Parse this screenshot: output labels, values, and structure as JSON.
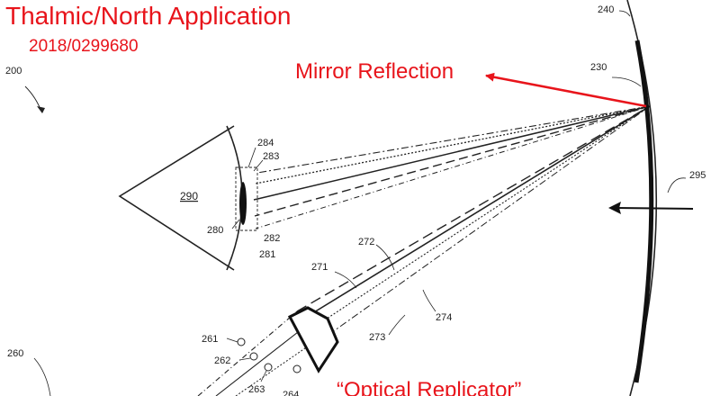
{
  "annotations": {
    "title": "Thalmic/North Application",
    "number": "2018/0299680",
    "mirror": "Mirror Reflection",
    "replicator": "“Optical Replicator”"
  },
  "labels": {
    "r200": "200",
    "r230": "230",
    "r240": "240",
    "r295": "295",
    "r290": "290",
    "r280": "280",
    "r281": "281",
    "r282": "282",
    "r283": "283",
    "r284": "284",
    "r271": "271",
    "r272": "272",
    "r273": "273",
    "r274": "274",
    "r260": "260",
    "r261": "261",
    "r262": "262",
    "r263": "263",
    "r264": "264"
  },
  "colors": {
    "annotation": "#e8141b",
    "lines": "#222222"
  }
}
